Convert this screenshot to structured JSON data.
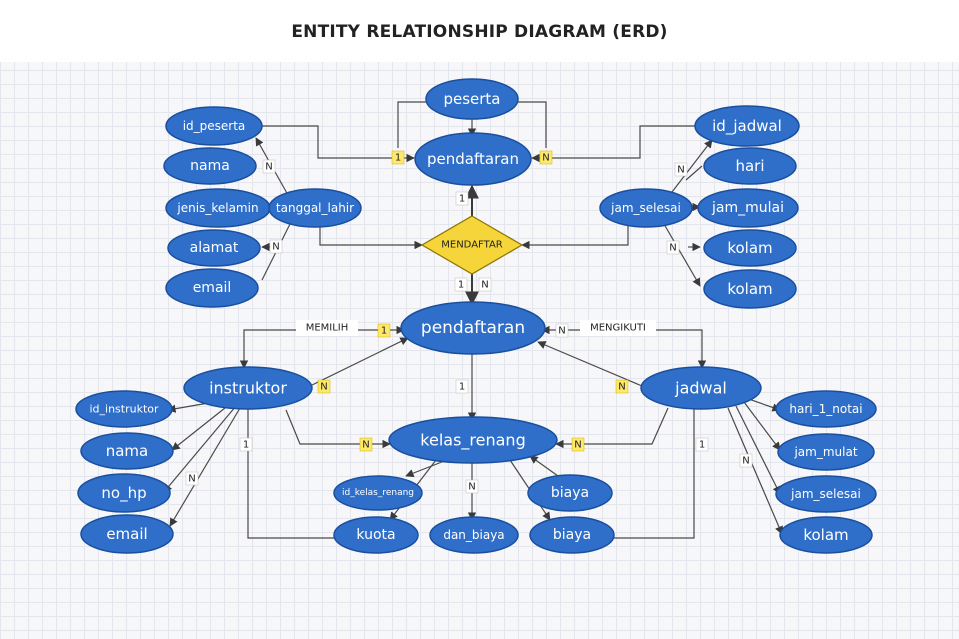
{
  "title": "ENTITY RELATIONSHIP DIAGRAM (ERD)",
  "relationship": {
    "label": "MENDAFTAR"
  },
  "entities": {
    "peserta": "peserta",
    "pendaftaran_top": "pendaftaran",
    "id_peserta": "id_peserta",
    "nama_left": "nama",
    "jenis_kelamin": "jenis_kelamin",
    "tanggal_lahir": "tanggal_lahir",
    "alamat": "alamat",
    "email_left": "email",
    "id_jadwal": "id_jadwal",
    "hari": "hari",
    "jam_selesai_top": "jam_selesai",
    "jam_mulai_top": "jam_mulai",
    "kolam_top1": "kolam",
    "kolam_top2": "kolam",
    "pendaftaran_mid": "pendaftaran",
    "instruktor": "instruktor",
    "jadwal": "jadwal",
    "kelas_renang": "kelas_renang",
    "id_instruktor": "id_instruktor",
    "nama_bottom": "nama",
    "no_hp": "no_hp",
    "email_bottom": "email",
    "id_kelas_renang": "id_kelas_renang",
    "biaya_upper": "biaya",
    "kuota": "kuota",
    "dan_biaya": "dan_biaya",
    "biaya_lower": "biaya",
    "hari_1_notai": "hari_1_notai",
    "jam_mulat": "jam_mulat",
    "jam_selesai_bottom": "jam_selesai",
    "kolam_bottom": "kolam"
  },
  "labels": {
    "memilih": "MEMILIH",
    "mengikuti": "MENGIKUTI"
  },
  "cardinalities": {
    "peserta_left": "1",
    "peserta_right": "N",
    "id_peserta_n": "N",
    "tgl_n": "N",
    "rel_up": "1",
    "rel_down_1": "1",
    "rel_down_n": "N",
    "id_jadwal_n": "N",
    "jam_kolam_n": "N",
    "memilih_1": "1",
    "mengikuti_n": "N",
    "instruktor_n": "N",
    "jadwal_n": "N",
    "mid_kelas_1": "1",
    "instr_kelas_n": "N",
    "jadwal_kelas_n": "N",
    "instr_attr_n": "N",
    "instr_bottom_1": "1",
    "jadwal_bottom_1": "1",
    "kelas_attr_n": "N",
    "jadwal_attr_n": "N"
  },
  "colors": {
    "entity_fill": "#2f6fc9",
    "relationship_fill": "#f5d53a",
    "cardinality_badge": "#ffe96a"
  }
}
